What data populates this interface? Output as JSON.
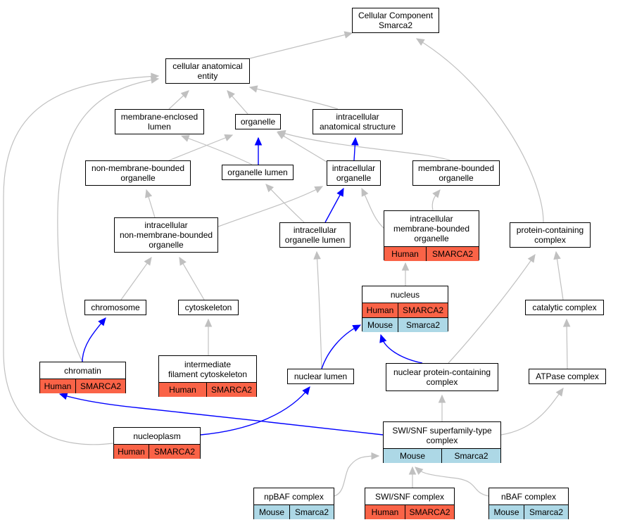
{
  "colors": {
    "is_a_edge": "#c0c0c0",
    "part_of_edge": "#0000ff",
    "human_annotation": "#fa6347",
    "mouse_annotation": "#add8e6"
  },
  "nodes": {
    "root": {
      "lines": [
        "Cellular Component",
        "Smarca2"
      ]
    },
    "cellular_anatomical_entity": {
      "lines": [
        "cellular anatomical",
        "entity"
      ]
    },
    "membrane_enclosed_lumen": {
      "lines": [
        "membrane-enclosed",
        "lumen"
      ]
    },
    "organelle": {
      "lines": [
        "organelle"
      ]
    },
    "intracellular_anatomical_structure": {
      "lines": [
        "intracellular",
        "anatomical structure"
      ]
    },
    "non_membrane_bounded_organelle": {
      "lines": [
        "non-membrane-bounded",
        "organelle"
      ]
    },
    "organelle_lumen": {
      "lines": [
        "organelle lumen"
      ]
    },
    "intracellular_organelle": {
      "lines": [
        "intracellular",
        "organelle"
      ]
    },
    "membrane_bounded_organelle": {
      "lines": [
        "membrane-bounded",
        "organelle"
      ]
    },
    "intracellular_non_membrane_bounded_organelle": {
      "lines": [
        "intracellular",
        "non-membrane-bounded",
        "organelle"
      ]
    },
    "intracellular_organelle_lumen": {
      "lines": [
        "intracellular",
        "organelle lumen"
      ]
    },
    "intracellular_membrane_bounded_organelle": {
      "lines": [
        "intracellular",
        "membrane-bounded",
        "organelle"
      ],
      "annotations": [
        {
          "species": "Human",
          "gene": "SMARCA2"
        }
      ]
    },
    "protein_containing_complex": {
      "lines": [
        "protein-containing",
        "complex"
      ]
    },
    "chromosome": {
      "lines": [
        "chromosome"
      ]
    },
    "cytoskeleton": {
      "lines": [
        "cytoskeleton"
      ]
    },
    "nucleus": {
      "lines": [
        "nucleus"
      ],
      "annotations": [
        {
          "species": "Human",
          "gene": "SMARCA2"
        },
        {
          "species": "Mouse",
          "gene": "Smarca2"
        }
      ]
    },
    "catalytic_complex": {
      "lines": [
        "catalytic complex"
      ]
    },
    "chromatin": {
      "lines": [
        "chromatin"
      ],
      "annotations": [
        {
          "species": "Human",
          "gene": "SMARCA2"
        }
      ]
    },
    "intermediate_filament_cytoskeleton": {
      "lines": [
        "intermediate",
        "filament cytoskeleton"
      ],
      "annotations": [
        {
          "species": "Human",
          "gene": "SMARCA2"
        }
      ]
    },
    "nuclear_lumen": {
      "lines": [
        "nuclear lumen"
      ]
    },
    "nuclear_protein_containing_complex": {
      "lines": [
        "nuclear protein-containing",
        "complex"
      ]
    },
    "atpase_complex": {
      "lines": [
        "ATPase complex"
      ]
    },
    "nucleoplasm": {
      "lines": [
        "nucleoplasm"
      ],
      "annotations": [
        {
          "species": "Human",
          "gene": "SMARCA2"
        }
      ]
    },
    "swi_snf_superfamily_type_complex": {
      "lines": [
        "SWI/SNF superfamily-type",
        "complex"
      ],
      "annotations": [
        {
          "species": "Mouse",
          "gene": "Smarca2"
        }
      ]
    },
    "npbaf_complex": {
      "lines": [
        "npBAF complex"
      ],
      "annotations": [
        {
          "species": "Mouse",
          "gene": "Smarca2"
        }
      ]
    },
    "swi_snf_complex": {
      "lines": [
        "SWI/SNF complex"
      ],
      "annotations": [
        {
          "species": "Human",
          "gene": "SMARCA2"
        }
      ]
    },
    "nbaf_complex": {
      "lines": [
        "nBAF complex"
      ],
      "annotations": [
        {
          "species": "Mouse",
          "gene": "Smarca2"
        }
      ]
    }
  },
  "edges": [
    {
      "from": "cellular_anatomical_entity",
      "to": "root",
      "relation": "is_a"
    },
    {
      "from": "protein_containing_complex",
      "to": "root",
      "relation": "is_a"
    },
    {
      "from": "membrane_enclosed_lumen",
      "to": "cellular_anatomical_entity",
      "relation": "is_a"
    },
    {
      "from": "organelle",
      "to": "cellular_anatomical_entity",
      "relation": "is_a"
    },
    {
      "from": "intracellular_anatomical_structure",
      "to": "cellular_anatomical_entity",
      "relation": "is_a"
    },
    {
      "from": "chromatin",
      "to": "cellular_anatomical_entity",
      "relation": "is_a"
    },
    {
      "from": "nucleoplasm",
      "to": "cellular_anatomical_entity",
      "relation": "is_a"
    },
    {
      "from": "non_membrane_bounded_organelle",
      "to": "organelle",
      "relation": "is_a"
    },
    {
      "from": "organelle_lumen",
      "to": "organelle",
      "relation": "part_of"
    },
    {
      "from": "intracellular_organelle",
      "to": "organelle",
      "relation": "is_a"
    },
    {
      "from": "membrane_bounded_organelle",
      "to": "organelle",
      "relation": "is_a"
    },
    {
      "from": "organelle_lumen",
      "to": "membrane_enclosed_lumen",
      "relation": "is_a"
    },
    {
      "from": "intracellular_organelle",
      "to": "intracellular_anatomical_structure",
      "relation": "part_of"
    },
    {
      "from": "intracellular_non_membrane_bounded_organelle",
      "to": "non_membrane_bounded_organelle",
      "relation": "is_a"
    },
    {
      "from": "intracellular_non_membrane_bounded_organelle",
      "to": "intracellular_organelle",
      "relation": "is_a"
    },
    {
      "from": "intracellular_organelle_lumen",
      "to": "organelle_lumen",
      "relation": "is_a"
    },
    {
      "from": "intracellular_organelle_lumen",
      "to": "intracellular_organelle",
      "relation": "part_of"
    },
    {
      "from": "intracellular_membrane_bounded_organelle",
      "to": "intracellular_organelle",
      "relation": "is_a"
    },
    {
      "from": "intracellular_membrane_bounded_organelle",
      "to": "membrane_bounded_organelle",
      "relation": "is_a"
    },
    {
      "from": "chromosome",
      "to": "intracellular_non_membrane_bounded_organelle",
      "relation": "is_a"
    },
    {
      "from": "cytoskeleton",
      "to": "intracellular_non_membrane_bounded_organelle",
      "relation": "is_a"
    },
    {
      "from": "nucleus",
      "to": "intracellular_membrane_bounded_organelle",
      "relation": "is_a"
    },
    {
      "from": "catalytic_complex",
      "to": "protein_containing_complex",
      "relation": "is_a"
    },
    {
      "from": "nuclear_protein_containing_complex",
      "to": "protein_containing_complex",
      "relation": "is_a"
    },
    {
      "from": "chromatin",
      "to": "chromosome",
      "relation": "part_of"
    },
    {
      "from": "intermediate_filament_cytoskeleton",
      "to": "cytoskeleton",
      "relation": "is_a"
    },
    {
      "from": "nuclear_lumen",
      "to": "intracellular_organelle_lumen",
      "relation": "is_a"
    },
    {
      "from": "nuclear_lumen",
      "to": "nucleus",
      "relation": "part_of"
    },
    {
      "from": "nuclear_protein_containing_complex",
      "to": "nucleus",
      "relation": "part_of"
    },
    {
      "from": "atpase_complex",
      "to": "catalytic_complex",
      "relation": "is_a"
    },
    {
      "from": "nucleoplasm",
      "to": "nuclear_lumen",
      "relation": "part_of"
    },
    {
      "from": "swi_snf_superfamily_type_complex",
      "to": "chromatin",
      "relation": "part_of"
    },
    {
      "from": "swi_snf_superfamily_type_complex",
      "to": "nuclear_protein_containing_complex",
      "relation": "is_a"
    },
    {
      "from": "swi_snf_superfamily_type_complex",
      "to": "atpase_complex",
      "relation": "is_a"
    },
    {
      "from": "npbaf_complex",
      "to": "swi_snf_superfamily_type_complex",
      "relation": "is_a"
    },
    {
      "from": "swi_snf_complex",
      "to": "swi_snf_superfamily_type_complex",
      "relation": "is_a"
    },
    {
      "from": "nbaf_complex",
      "to": "swi_snf_superfamily_type_complex",
      "relation": "is_a"
    }
  ]
}
